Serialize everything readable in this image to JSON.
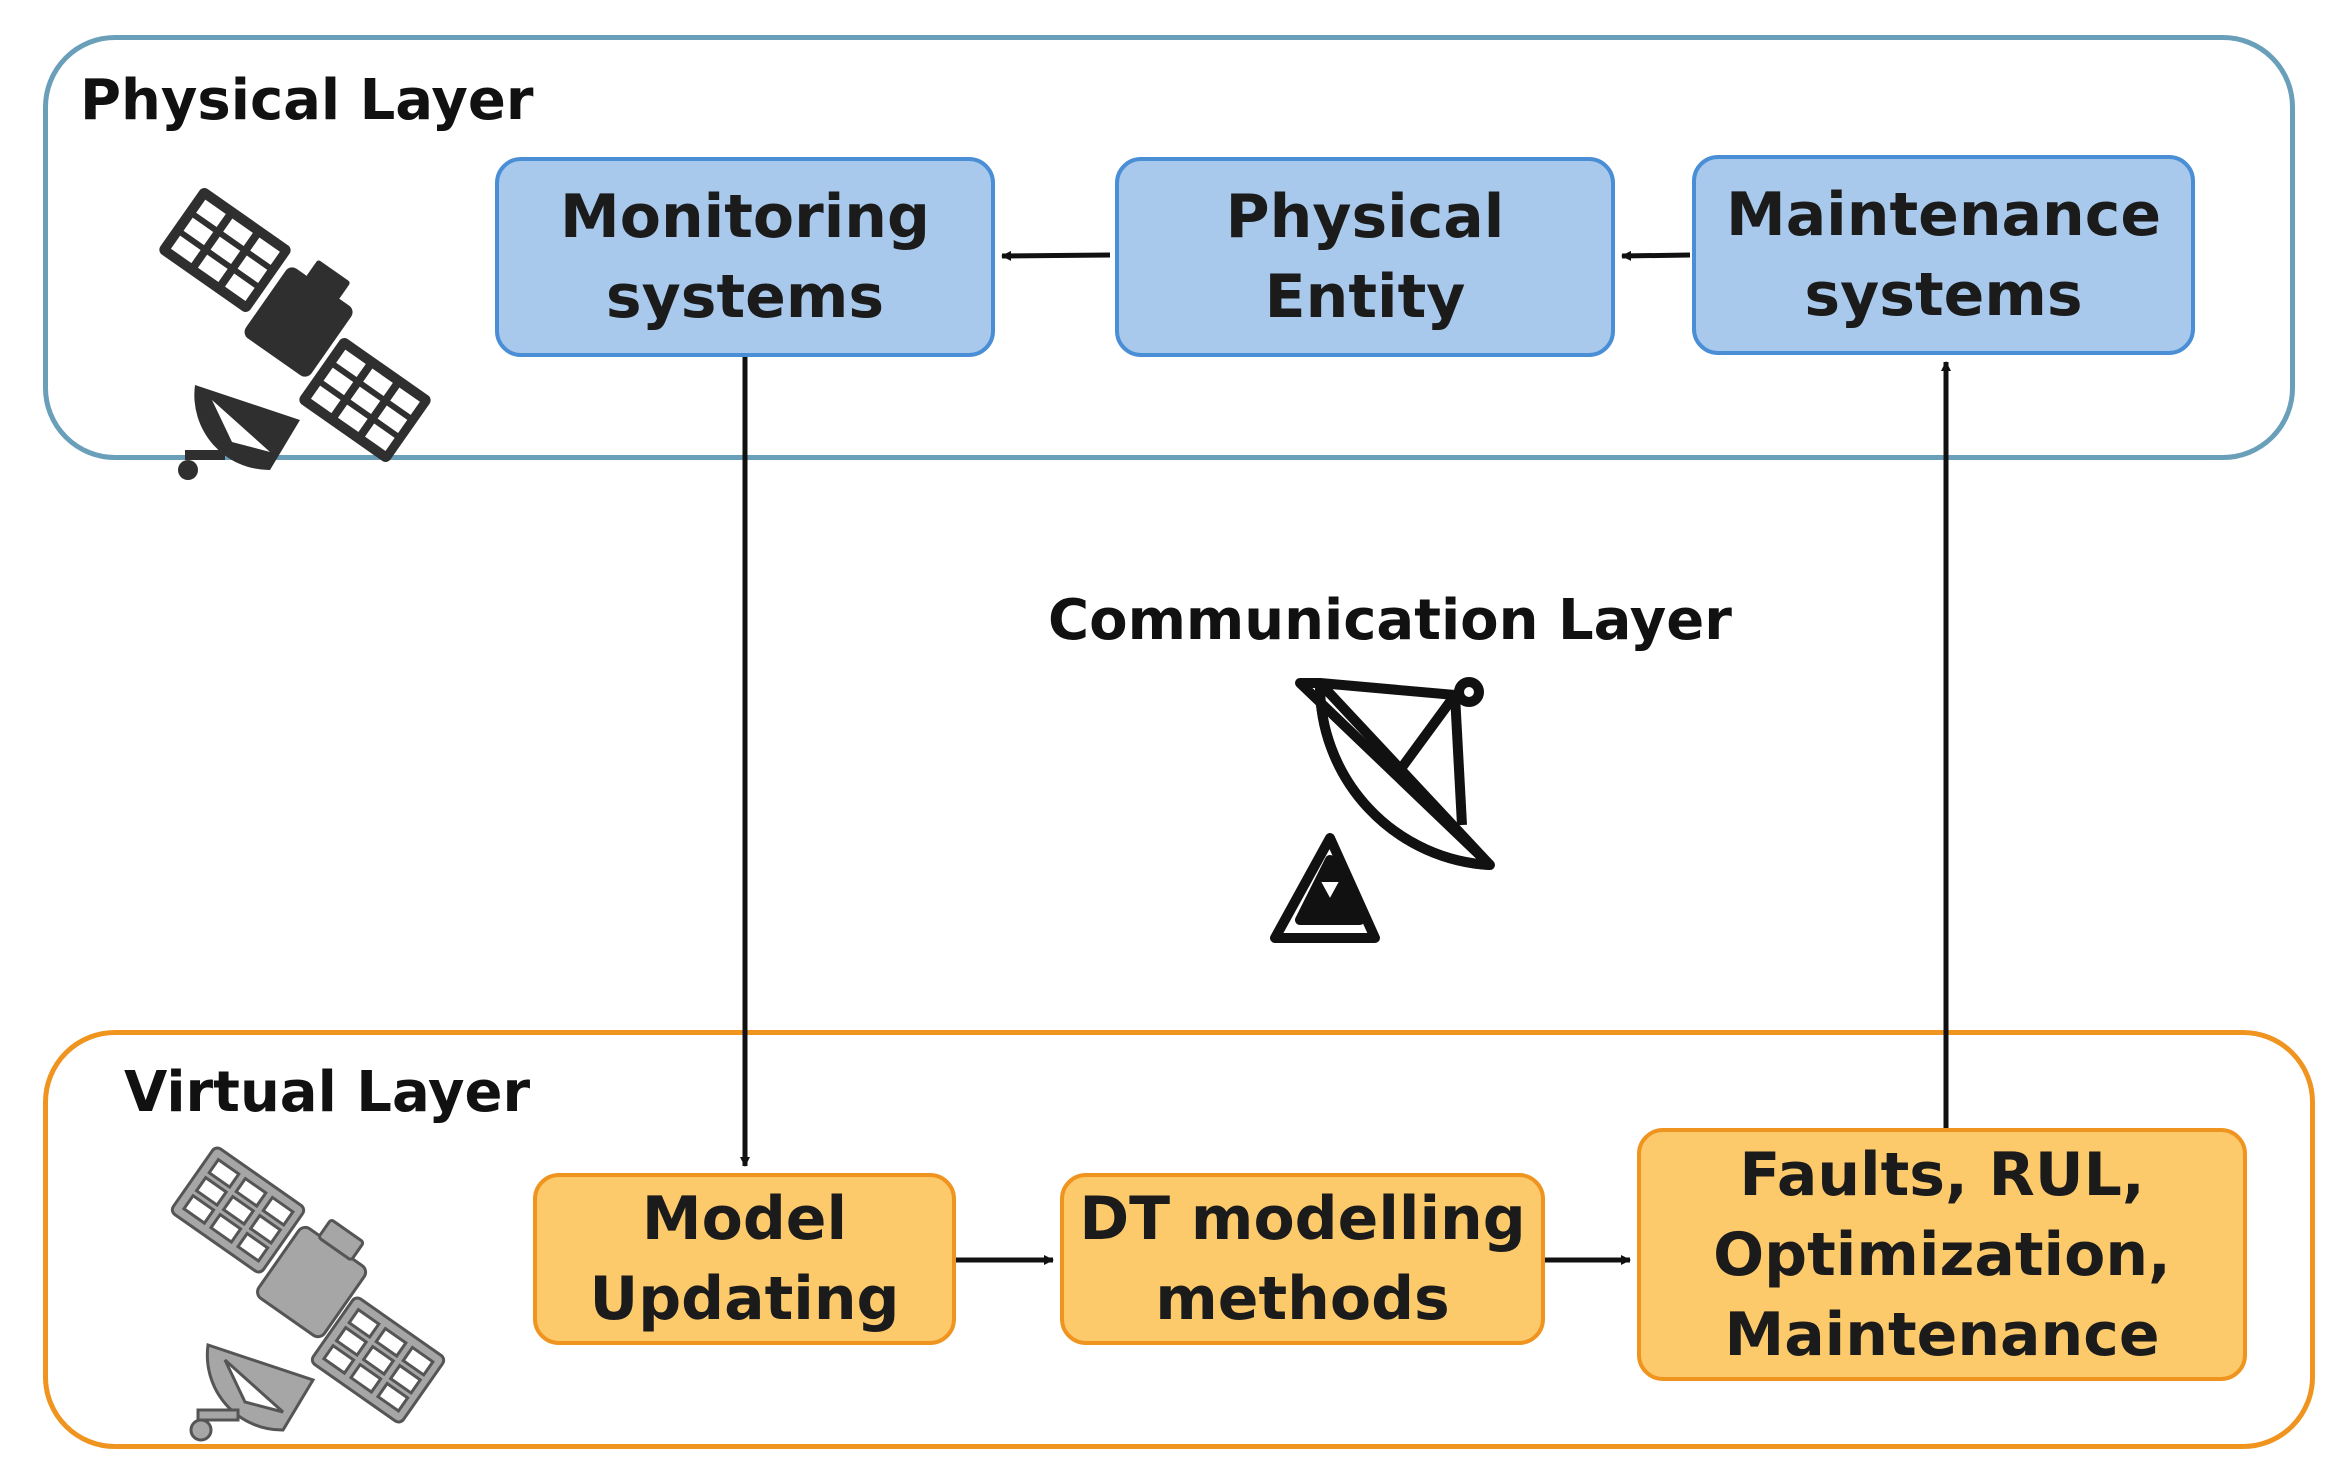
{
  "layers": {
    "physical": {
      "title": "Physical Layer"
    },
    "communication": {
      "title": "Communication Layer"
    },
    "virtual": {
      "title": "Virtual Layer"
    }
  },
  "nodes": {
    "monitoring": {
      "lines": [
        "Monitoring",
        "systems"
      ]
    },
    "physical_entity": {
      "lines": [
        "Physical",
        "Entity"
      ]
    },
    "maintenance_systems": {
      "lines": [
        "Maintenance",
        "systems"
      ]
    },
    "model_updating": {
      "lines": [
        "Model",
        "Updating"
      ]
    },
    "dt_modelling": {
      "lines": [
        "DT modelling",
        "methods"
      ]
    },
    "faults": {
      "lines": [
        "Faults, RUL,",
        "Optimization,",
        "Maintenance"
      ]
    }
  },
  "flows": [
    {
      "from": "Maintenance systems",
      "to": "Physical Entity"
    },
    {
      "from": "Physical Entity",
      "to": "Monitoring systems"
    },
    {
      "from": "Monitoring systems",
      "to": "Model Updating"
    },
    {
      "from": "Model Updating",
      "to": "DT modelling methods"
    },
    {
      "from": "DT modelling methods",
      "to": "Faults, RUL, Optimization, Maintenance"
    },
    {
      "from": "Faults, RUL, Optimization, Maintenance",
      "to": "Maintenance systems"
    }
  ],
  "icons": {
    "physical": "satellite-icon",
    "virtual": "satellite-icon",
    "communication": "satellite-dish-icon"
  },
  "colors": {
    "physical_border": "#6a9fba",
    "physical_node_fill": "#a8c9ec",
    "physical_node_border": "#4a8fd6",
    "virtual_border": "#ef941f",
    "virtual_node_fill": "#fcca6b",
    "virtual_node_border": "#ef941f",
    "physical_icon": "#2f2f2f",
    "virtual_icon": "#a6a6a6"
  }
}
